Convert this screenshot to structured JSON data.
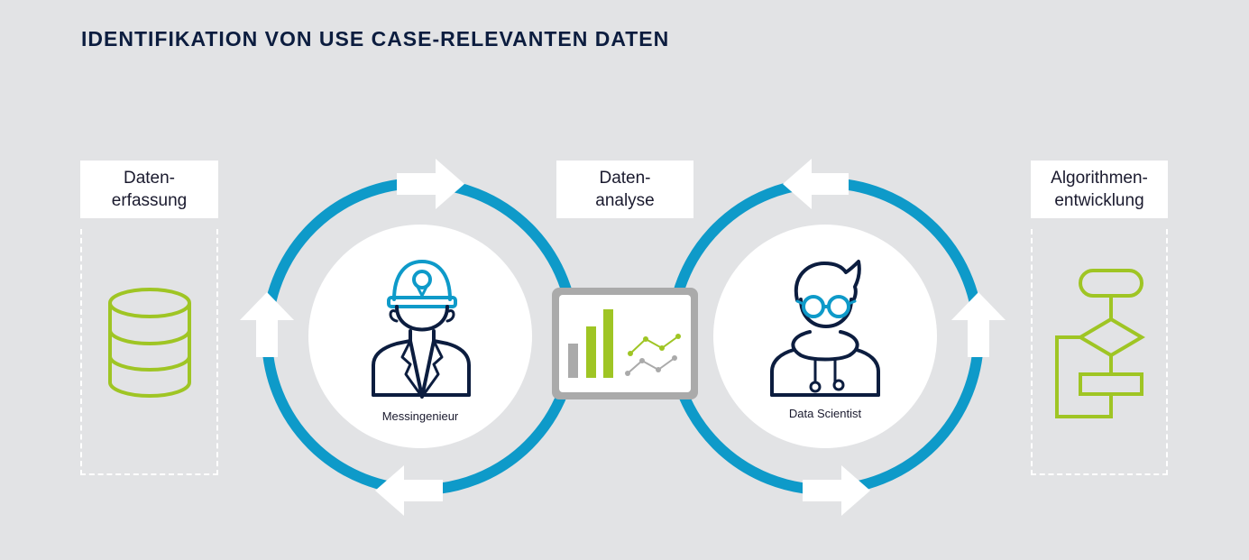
{
  "title": "IDENTIFIKATION VON USE CASE-RELEVANTEN DATEN",
  "stages": [
    {
      "line1": "Daten-",
      "line2": "erfassung"
    },
    {
      "line1": "Daten-",
      "line2": "analyse"
    },
    {
      "line1": "Algorithmen-",
      "line2": "entwicklung"
    }
  ],
  "roles": [
    {
      "label": "Messingenieur"
    },
    {
      "label": "Data Scientist"
    }
  ],
  "colors": {
    "background": "#e2e3e5",
    "ring_blue": "#0e9ac9",
    "accent_green": "#9fc524",
    "navy": "#0c1d3f",
    "screen_gray": "#aaaaaa"
  },
  "icons": [
    "database-icon",
    "engineer-icon",
    "dashboard-icon",
    "scientist-icon",
    "flowchart-icon"
  ]
}
